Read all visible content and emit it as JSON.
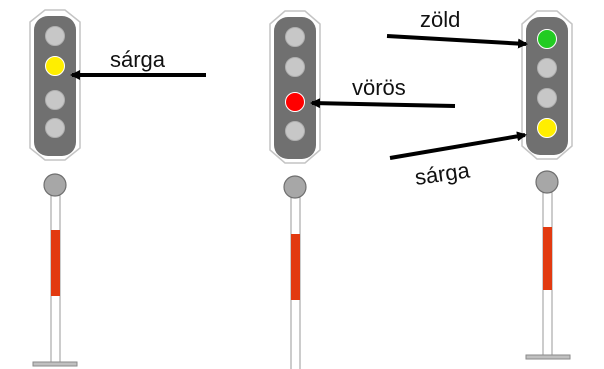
{
  "colors": {
    "head": "#707070",
    "head_outline": "#bfbfbf",
    "lamp_off": "#c7c7c7",
    "yellow": "#ffee00",
    "red": "#ff0000",
    "green": "#22cc22",
    "mast_stripe": "#e23a10",
    "arrow": "#000000"
  },
  "signals": [
    {
      "name": "signal-1",
      "lamps": [
        "off",
        "yellow",
        "off",
        "off"
      ],
      "labels": [
        {
          "text": "sárga",
          "points_to_lamp": 2
        }
      ]
    },
    {
      "name": "signal-2",
      "lamps": [
        "off",
        "off",
        "red",
        "off"
      ],
      "labels": [
        {
          "text": "vörös",
          "points_to_lamp": 3
        }
      ]
    },
    {
      "name": "signal-3",
      "lamps": [
        "green",
        "off",
        "off",
        "yellow"
      ],
      "labels": [
        {
          "text": "zöld",
          "points_to_lamp": 1
        },
        {
          "text": "sárga",
          "points_to_lamp": 4
        }
      ]
    }
  ]
}
